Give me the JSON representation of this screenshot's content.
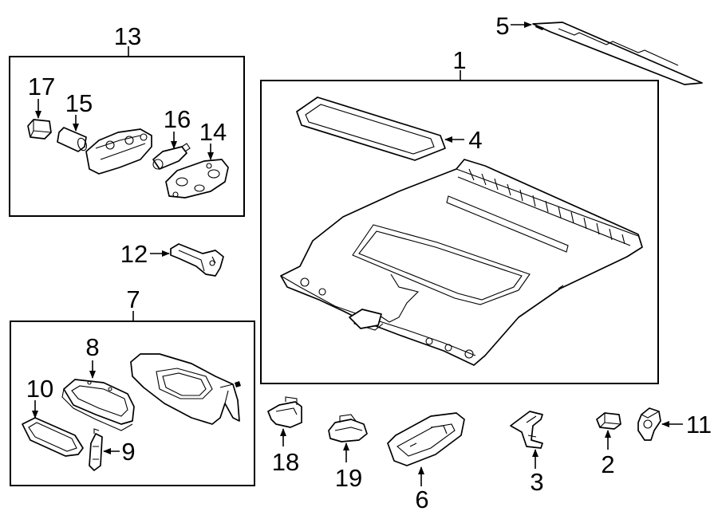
{
  "diagram": {
    "callouts": [
      {
        "id": "c1",
        "label": "1"
      },
      {
        "id": "c2",
        "label": "2"
      },
      {
        "id": "c3",
        "label": "3"
      },
      {
        "id": "c4",
        "label": "4"
      },
      {
        "id": "c5",
        "label": "5"
      },
      {
        "id": "c6",
        "label": "6"
      },
      {
        "id": "c7",
        "label": "7"
      },
      {
        "id": "c8",
        "label": "8"
      },
      {
        "id": "c9",
        "label": "9"
      },
      {
        "id": "c10",
        "label": "10"
      },
      {
        "id": "c11",
        "label": "11"
      },
      {
        "id": "c12",
        "label": "12"
      },
      {
        "id": "c13",
        "label": "13"
      },
      {
        "id": "c14",
        "label": "14"
      },
      {
        "id": "c15",
        "label": "15"
      },
      {
        "id": "c16",
        "label": "16"
      },
      {
        "id": "c17",
        "label": "17"
      },
      {
        "id": "c18",
        "label": "18"
      },
      {
        "id": "c19",
        "label": "19"
      }
    ],
    "colors": {
      "line": "#000000",
      "background": "#ffffff",
      "part_fill": "#ffffff"
    }
  }
}
